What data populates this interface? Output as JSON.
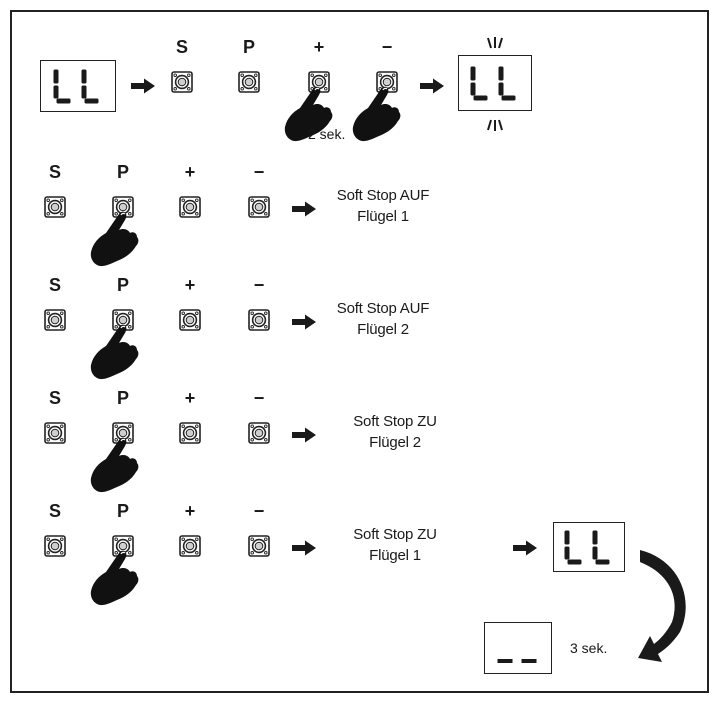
{
  "buttons": {
    "s": "S",
    "p": "P",
    "plus": "+",
    "minus": "−"
  },
  "top_row": {
    "display": "LL",
    "duration": "2 sek."
  },
  "steps": [
    {
      "line1": "Soft Stop AUF",
      "line2": "Flügel 1"
    },
    {
      "line1": "Soft Stop AUF",
      "line2": "Flügel 2"
    },
    {
      "line1": "Soft Stop ZU",
      "line2": "Flügel 2"
    },
    {
      "line1": "Soft Stop ZU",
      "line2": "Flügel 1"
    }
  ],
  "final": {
    "display": "LL",
    "reset_display": "__",
    "duration": "3 sek."
  },
  "colors": {
    "ink": "#1a1a1a",
    "background": "#ffffff"
  }
}
